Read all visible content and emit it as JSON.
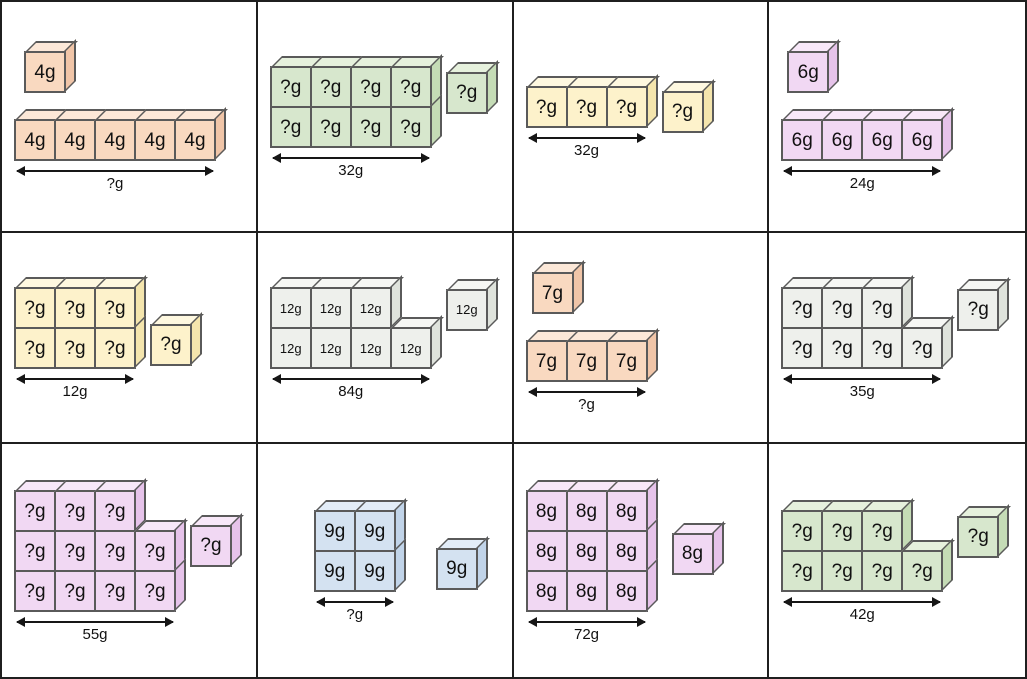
{
  "colors": {
    "peach": {
      "front": "#f9d9c0",
      "top": "#fce8d8",
      "side": "#f0c5a8"
    },
    "green": {
      "front": "#d7e7cd",
      "top": "#e6f1dd",
      "side": "#c5dcb6"
    },
    "yellow": {
      "front": "#fdf2cb",
      "top": "#fef8e0",
      "side": "#f4e5ad"
    },
    "violet": {
      "front": "#f1d8f3",
      "top": "#f8e8f9",
      "side": "#e6c3ea"
    },
    "gray": {
      "front": "#eef0ec",
      "top": "#f6f7f4",
      "side": "#dfe3dc"
    },
    "blue": {
      "front": "#d4e2f1",
      "top": "#e3edf8",
      "side": "#c1d4e9"
    }
  },
  "border_color": "#5a5a5a",
  "grid_line_color": "#1f1f1f",
  "cells": [
    {
      "color": "peach",
      "single_label": "4g",
      "single_position": "top",
      "rows": [
        [
          "4g",
          "4g",
          "4g",
          "4g",
          "4g"
        ]
      ],
      "arrow_label": "?g"
    },
    {
      "color": "green",
      "single_label": "?g",
      "single_position": "right",
      "rows": [
        [
          "?g",
          "?g",
          "?g",
          "?g"
        ],
        [
          "?g",
          "?g",
          "?g",
          "?g"
        ]
      ],
      "arrow_label": "32g"
    },
    {
      "color": "yellow",
      "single_label": "?g",
      "single_position": "right",
      "rows": [
        [
          "?g",
          "?g",
          "?g"
        ]
      ],
      "arrow_label": "32g"
    },
    {
      "color": "violet",
      "single_label": "6g",
      "single_position": "top",
      "rows": [
        [
          "6g",
          "6g",
          "6g",
          "6g"
        ]
      ],
      "arrow_label": "24g"
    },
    {
      "color": "yellow",
      "single_label": "?g",
      "single_position": "right",
      "rows": [
        [
          "?g",
          "?g",
          "?g"
        ],
        [
          "?g",
          "?g",
          "?g"
        ]
      ],
      "arrow_label": "12g"
    },
    {
      "color": "gray",
      "single_label": "12g",
      "single_position": "right",
      "rows": [
        [
          "12g",
          "12g",
          "12g"
        ],
        [
          "12g",
          "12g",
          "12g",
          "12g"
        ]
      ],
      "arrow_label": "84g"
    },
    {
      "color": "peach",
      "single_label": "7g",
      "single_position": "top",
      "rows": [
        [
          "7g",
          "7g",
          "7g"
        ]
      ],
      "arrow_label": "?g"
    },
    {
      "color": "gray",
      "single_label": "?g",
      "single_position": "right",
      "rows": [
        [
          "?g",
          "?g",
          "?g"
        ],
        [
          "?g",
          "?g",
          "?g",
          "?g"
        ]
      ],
      "arrow_label": "35g"
    },
    {
      "color": "violet",
      "single_label": "?g",
      "single_position": "right",
      "rows": [
        [
          "?g",
          "?g",
          "?g"
        ],
        [
          "?g",
          "?g",
          "?g",
          "?g"
        ],
        [
          "?g",
          "?g",
          "?g",
          "?g"
        ]
      ],
      "arrow_label": "55g"
    },
    {
      "color": "blue",
      "single_label": "9g",
      "single_position": "right",
      "rows": [
        [
          "9g",
          "9g"
        ],
        [
          "9g",
          "9g"
        ]
      ],
      "arrow_label": "?g"
    },
    {
      "color": "violet",
      "single_label": "8g",
      "single_position": "right",
      "rows": [
        [
          "8g",
          "8g",
          "8g"
        ],
        [
          "8g",
          "8g",
          "8g"
        ],
        [
          "8g",
          "8g",
          "8g"
        ]
      ],
      "arrow_label": "72g"
    },
    {
      "color": "green",
      "single_label": "?g",
      "single_position": "right",
      "rows": [
        [
          "?g",
          "?g",
          "?g"
        ],
        [
          "?g",
          "?g",
          "?g",
          "?g"
        ]
      ],
      "arrow_label": "42g"
    }
  ]
}
